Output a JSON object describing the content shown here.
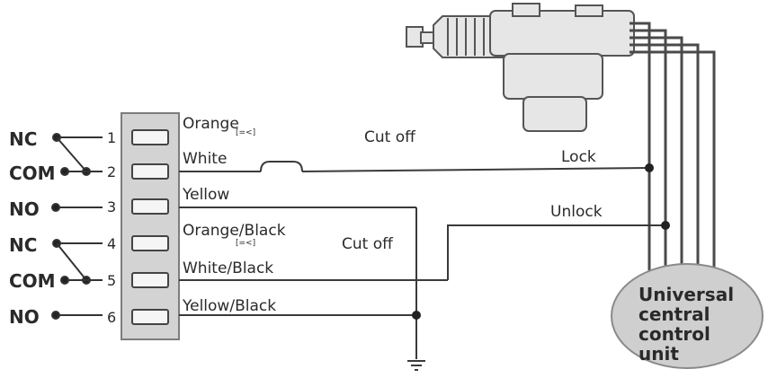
{
  "pins": [
    {
      "number": "1",
      "relay": "NC",
      "wire": "Orange"
    },
    {
      "number": "2",
      "relay": "COM",
      "wire": "White"
    },
    {
      "number": "3",
      "relay": "NO",
      "wire": "Yellow"
    },
    {
      "number": "4",
      "relay": "NC",
      "wire": "Orange/Black"
    },
    {
      "number": "5",
      "relay": "COM",
      "wire": "White/Black"
    },
    {
      "number": "6",
      "relay": "NO",
      "wire": "Yellow/Black"
    }
  ],
  "cut_off_label": "Cut off",
  "lock_label": "Lock",
  "unlock_label": "Unlock",
  "small_mark": "[=<]",
  "control_unit": [
    "Universal",
    "central",
    "control",
    "unit"
  ]
}
